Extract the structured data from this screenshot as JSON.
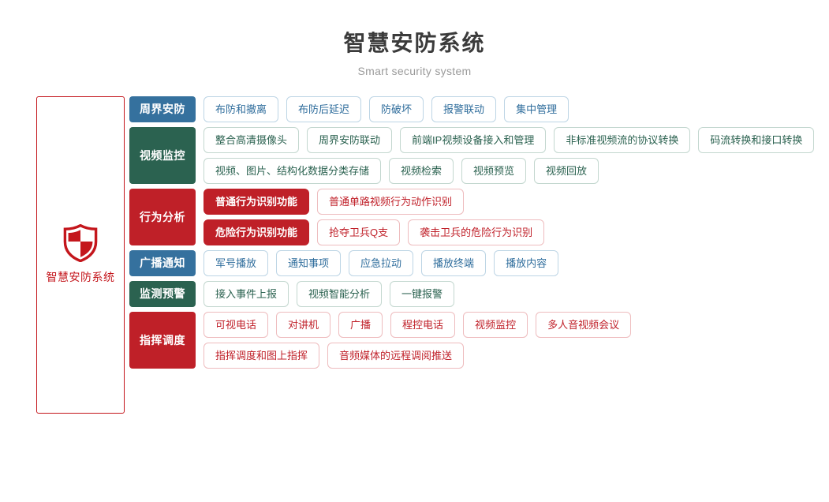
{
  "header": {
    "title": "智慧安防系统",
    "subtitle": "Smart security system"
  },
  "brand": {
    "icon": "shield-icon",
    "label": "智慧安防系统",
    "color": "#c4161c"
  },
  "colors": {
    "blue": "#35719e",
    "green": "#2b6250",
    "red": "#bf2028",
    "pill_blue_border": "#bdd5e5",
    "pill_green_border": "#c3d7cf",
    "pill_red_border": "#eebcbe",
    "title_text": "#3b3b3b",
    "subtitle_text": "#9a9a9a"
  },
  "rows": [
    {
      "category": "周界安防",
      "theme": "blue",
      "lines": [
        {
          "items": [
            {
              "label": "布防和撤离",
              "style": "outline"
            },
            {
              "label": "布防后延迟",
              "style": "outline"
            },
            {
              "label": "防破坏",
              "style": "outline"
            },
            {
              "label": "报警联动",
              "style": "outline"
            },
            {
              "label": "集中管理",
              "style": "outline"
            }
          ]
        }
      ]
    },
    {
      "category": "视频监控",
      "theme": "green",
      "lines": [
        {
          "items": [
            {
              "label": "整合高清摄像头",
              "style": "outline"
            },
            {
              "label": "周界安防联动",
              "style": "outline"
            },
            {
              "label": "前端IP视频设备接入和管理",
              "style": "outline"
            },
            {
              "label": "非标准视频流的协议转换",
              "style": "outline"
            },
            {
              "label": "码流转换和接口转换",
              "style": "outline"
            }
          ]
        },
        {
          "items": [
            {
              "label": "视频、图片、结构化数据分类存储",
              "style": "outline"
            },
            {
              "label": "视频检索",
              "style": "outline"
            },
            {
              "label": "视频预览",
              "style": "outline"
            },
            {
              "label": "视频回放",
              "style": "outline"
            }
          ]
        }
      ]
    },
    {
      "category": "行为分析",
      "theme": "red",
      "lines": [
        {
          "items": [
            {
              "label": "普通行为识别功能",
              "style": "solid"
            },
            {
              "label": "普通单路视频行为动作识别",
              "style": "outline"
            }
          ]
        },
        {
          "items": [
            {
              "label": "危险行为识别功能",
              "style": "solid"
            },
            {
              "label": "抢夺卫兵Q支",
              "style": "outline"
            },
            {
              "label": "袭击卫兵的危险行为识别",
              "style": "outline"
            }
          ]
        }
      ]
    },
    {
      "category": "广播通知",
      "theme": "blue",
      "lines": [
        {
          "items": [
            {
              "label": "军号播放",
              "style": "outline"
            },
            {
              "label": "通知事项",
              "style": "outline"
            },
            {
              "label": "应急拉动",
              "style": "outline"
            },
            {
              "label": "播放终端",
              "style": "outline"
            },
            {
              "label": "播放内容",
              "style": "outline"
            }
          ]
        }
      ]
    },
    {
      "category": "监测预警",
      "theme": "green",
      "lines": [
        {
          "items": [
            {
              "label": "接入事件上报",
              "style": "outline"
            },
            {
              "label": "视频智能分析",
              "style": "outline"
            },
            {
              "label": "一键报警",
              "style": "outline"
            }
          ]
        }
      ]
    },
    {
      "category": "指挥调度",
      "theme": "red",
      "lines": [
        {
          "items": [
            {
              "label": "可视电话",
              "style": "outline"
            },
            {
              "label": "对讲机",
              "style": "outline"
            },
            {
              "label": "广播",
              "style": "outline"
            },
            {
              "label": "程控电话",
              "style": "outline"
            },
            {
              "label": "视频监控",
              "style": "outline"
            },
            {
              "label": "多人音视频会议",
              "style": "outline"
            }
          ]
        },
        {
          "items": [
            {
              "label": "指挥调度和图上指挥",
              "style": "outline"
            },
            {
              "label": "音频媒体的远程调阅推送",
              "style": "outline"
            }
          ]
        }
      ]
    }
  ]
}
